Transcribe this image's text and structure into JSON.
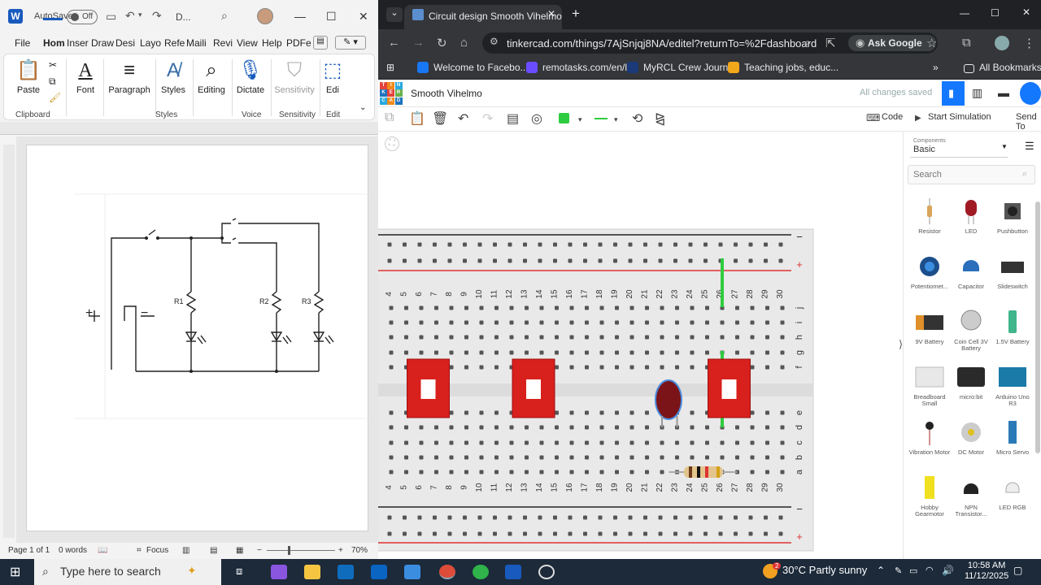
{
  "word": {
    "autosave": "AutoSave",
    "autosave_state": "Off",
    "doc_name": "D...",
    "tabs": [
      "File",
      "Hom",
      "Inser",
      "Draw",
      "Desi",
      "Layo",
      "Refe",
      "Maili",
      "Revi",
      "View",
      "Help",
      "PDFe"
    ],
    "active_tab": "Hom",
    "ribbon": {
      "paste": "Paste",
      "font": "Font",
      "paragraph": "Paragraph",
      "styles": "Styles",
      "editing": "Editing",
      "dictate": "Dictate",
      "sensitivity": "Sensitivity",
      "edit": "Edi",
      "groups": {
        "clipboard": "Clipboard",
        "styles": "Styles",
        "voice": "Voice",
        "sensitivity": "Sensitivity",
        "edit": "Edit"
      }
    },
    "circuit": {
      "r1": "R1",
      "r2": "R2",
      "r3": "R3",
      "plus": "+",
      "minus": "−"
    },
    "status": {
      "page": "Page 1 of 1",
      "words": "0 words",
      "focus": "Focus",
      "zoom": "70%"
    }
  },
  "chrome": {
    "tab_title": "Circuit design Smooth Vihelmo",
    "url": "tinkercad.com/things/7AjSnjqj8NA/editel?returnTo=%2Fdashboard",
    "ask_google": "Ask Google",
    "bookmarks": [
      {
        "label": "Welcome to Facebo...",
        "color": "#1877f2"
      },
      {
        "label": "remotasks.com/en/l...",
        "color": "#6b4cff"
      },
      {
        "label": "MyRCL Crew Journey",
        "color": "#1b3a7a"
      },
      {
        "label": "Teaching jobs, educ...",
        "color": "#f2a81b"
      }
    ],
    "all_bookmarks": "All Bookmarks"
  },
  "tinkercad": {
    "logo": [
      "T",
      "I",
      "N",
      "K",
      "E",
      "R",
      "C",
      "A",
      "D"
    ],
    "title": "Smooth Vihelmo",
    "saved": "All changes saved",
    "code": "Code",
    "start_sim": "Start Simulation",
    "send_to": "Send To",
    "components_label": "Components",
    "components_value": "Basic",
    "search_placeholder": "Search",
    "components": [
      {
        "name": "Resistor"
      },
      {
        "name": "LED"
      },
      {
        "name": "Pushbutton"
      },
      {
        "name": "Potentiomet..."
      },
      {
        "name": "Capacitor"
      },
      {
        "name": "Slideswitch"
      },
      {
        "name": "9V Battery"
      },
      {
        "name": "Coin Cell 3V Battery"
      },
      {
        "name": "1.5V Battery"
      },
      {
        "name": "Breadboard Small"
      },
      {
        "name": "micro:bit"
      },
      {
        "name": "Arduino Uno R3"
      },
      {
        "name": "Vibration Motor"
      },
      {
        "name": "DC Motor"
      },
      {
        "name": "Micro Servo"
      },
      {
        "name": "Hobby Gearmotor"
      },
      {
        "name": "NPN Transistor..."
      },
      {
        "name": "LED RGB"
      }
    ],
    "breadboard": {
      "columns": [
        "4",
        "5",
        "6",
        "7",
        "8",
        "9",
        "10",
        "11",
        "12",
        "13",
        "14",
        "15",
        "16",
        "17",
        "18",
        "19",
        "20",
        "21",
        "22",
        "23",
        "24",
        "25",
        "26",
        "27",
        "28",
        "29",
        "30"
      ],
      "rows_top": [
        "j",
        "i",
        "h",
        "g",
        "f"
      ],
      "rows_bottom": [
        "e",
        "d",
        "c",
        "b",
        "a"
      ],
      "rail_minus": "−",
      "rail_plus": "+"
    }
  },
  "taskbar": {
    "search": "Type here to search",
    "weather": "30°C  Partly sunny",
    "weather_badge": "2",
    "time": "10:58 AM",
    "date": "11/12/2025"
  }
}
